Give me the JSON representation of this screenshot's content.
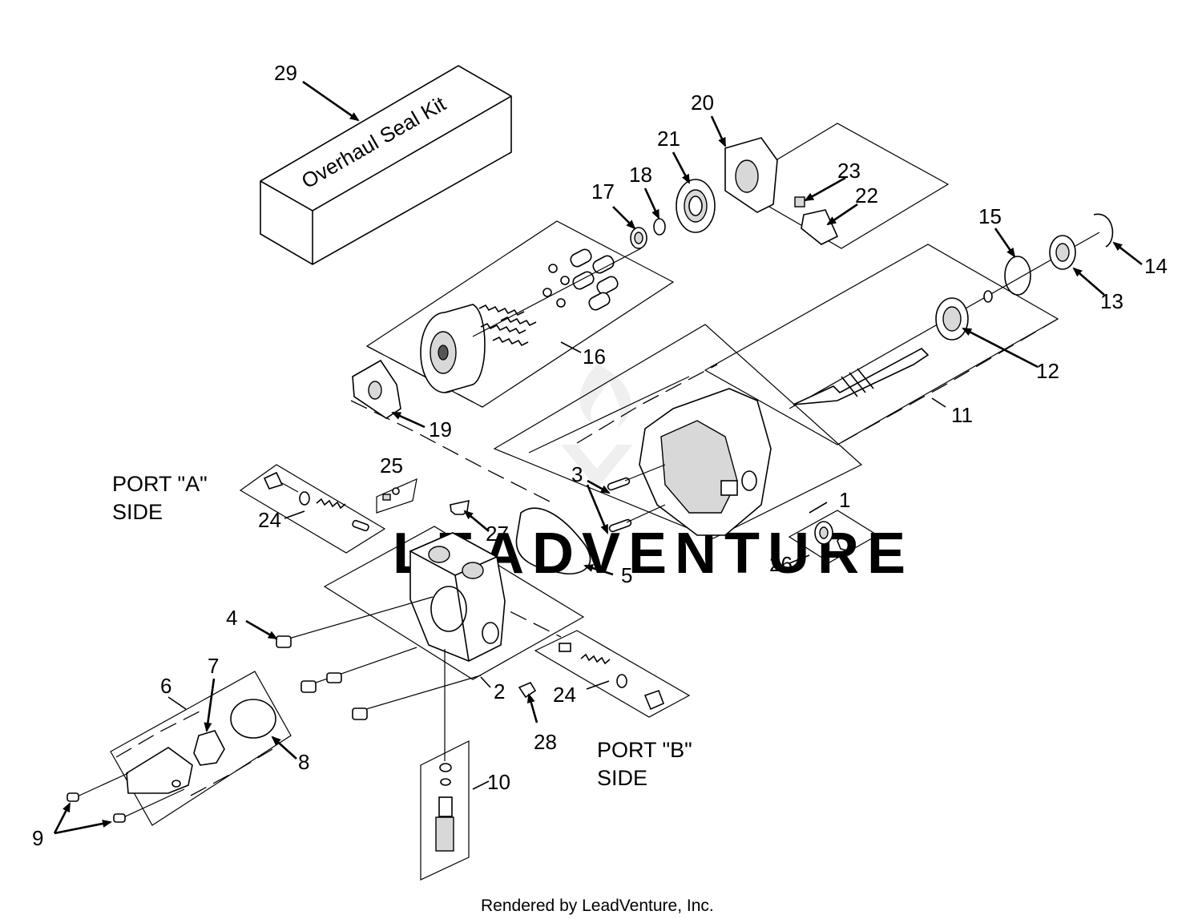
{
  "kit_label": "Overhaul Seal Kit",
  "side_labels": {
    "port_a_line1": "PORT \"A\"",
    "port_a_line2": "SIDE",
    "port_b_line1": "PORT \"B\"",
    "port_b_line2": "SIDE"
  },
  "callouts": {
    "c1": "1",
    "c2": "2",
    "c3": "3",
    "c4": "4",
    "c5": "5",
    "c6": "6",
    "c7": "7",
    "c8": "8",
    "c9": "9",
    "c10": "10",
    "c11": "11",
    "c12": "12",
    "c13": "13",
    "c14": "14",
    "c15": "15",
    "c16": "16",
    "c17": "17",
    "c18": "18",
    "c19": "19",
    "c20": "20",
    "c21": "21",
    "c22": "22",
    "c23": "23",
    "c24a": "24",
    "c24b": "24",
    "c25": "25",
    "c26": "26",
    "c27": "27",
    "c28": "28",
    "c29": "29"
  },
  "watermark": "LEADVENTURE",
  "footer": "Rendered by LeadVenture, Inc."
}
